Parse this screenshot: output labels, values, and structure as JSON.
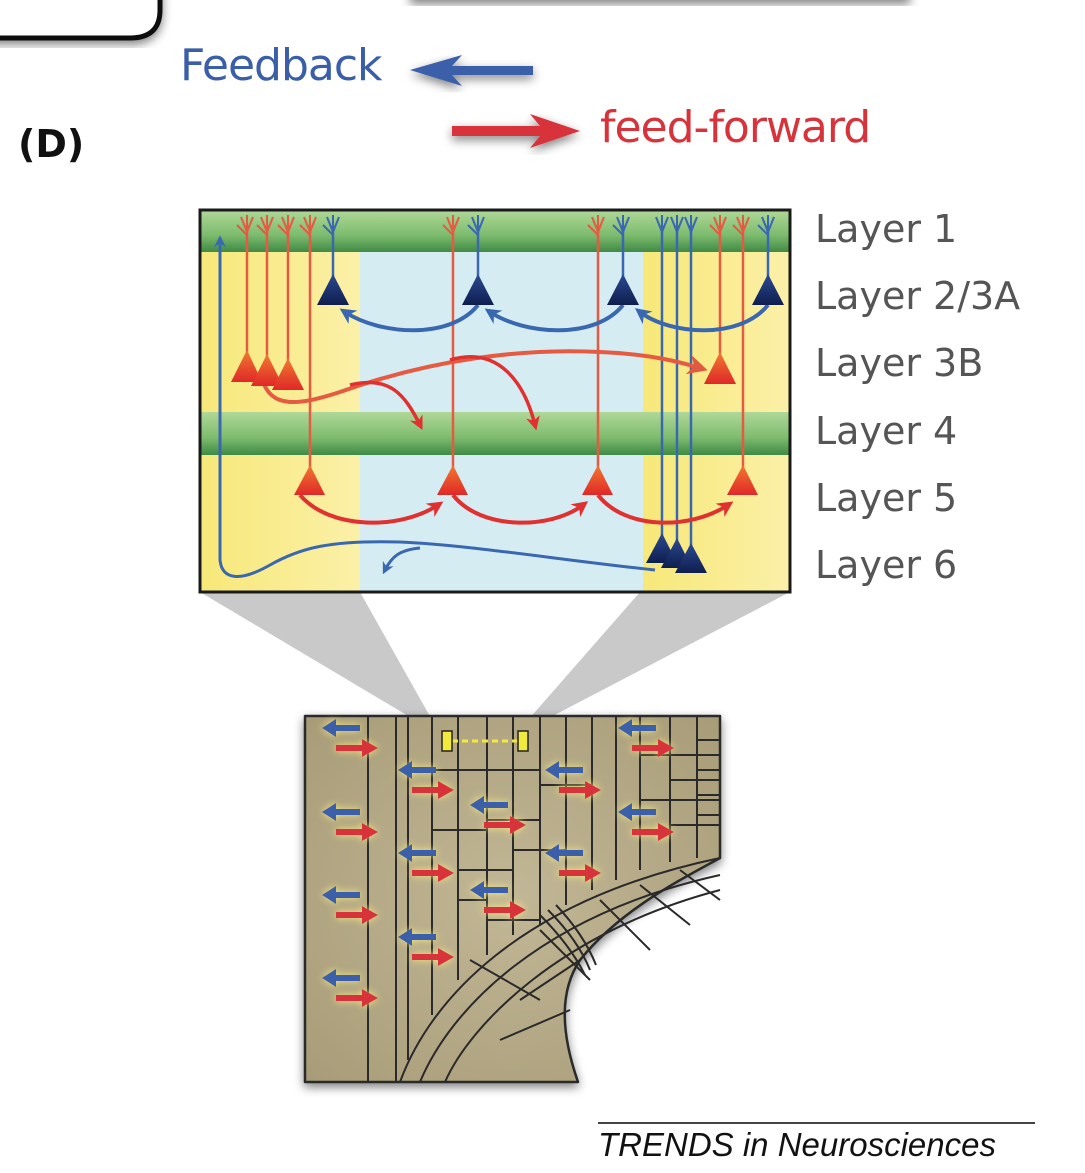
{
  "figure": {
    "panel_label": "(D)",
    "legend": {
      "feedback": {
        "label": "Feedback",
        "color": "#3a5ea8",
        "direction": "left"
      },
      "feedforward": {
        "label": "feed-forward",
        "color": "#d8333b",
        "direction": "right"
      }
    },
    "layers": [
      {
        "label": "Layer 1"
      },
      {
        "label": "Layer 2/3A"
      },
      {
        "label": "Layer 3B"
      },
      {
        "label": "Layer 4"
      },
      {
        "label": "Layer 5"
      },
      {
        "label": "Layer 6"
      }
    ],
    "colors": {
      "feedforward_neuron": "#e8402a",
      "feedback_neuron": "#1e3370",
      "feedback_axon": "#3a68b0",
      "feedforward_axon": "#e05040",
      "layer_band": "#7dbb6e",
      "column_yellow": "#f7ec8e",
      "column_blue": "#d5ecf3",
      "cortex_tissue": "#b5aa88"
    },
    "credit": "TRENDS in Neurosciences"
  }
}
